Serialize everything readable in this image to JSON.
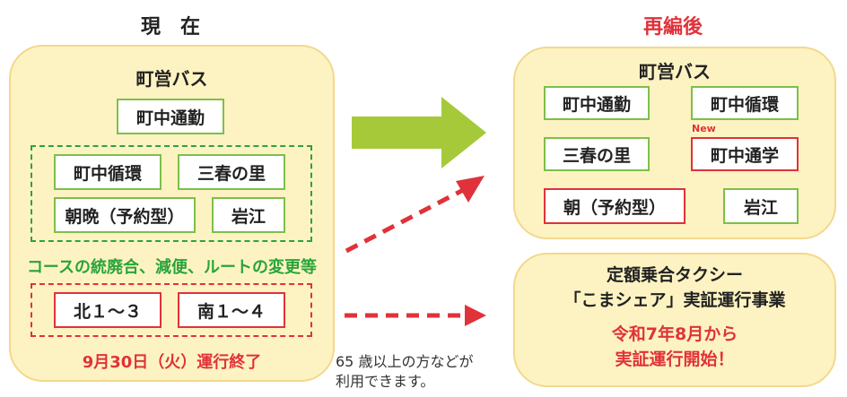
{
  "headings": {
    "current": "現　在",
    "reorganized": "再編後"
  },
  "current_panel": {
    "title": "町営バス",
    "route_main": "町中通勤",
    "group_green": [
      "町中循環",
      "三春の里",
      "朝晩（予約型）",
      "岩江"
    ],
    "green_caption": "コースの統廃合、減便、ルートの変更等",
    "group_red": [
      "北１～３",
      "南１～４"
    ],
    "end_caption": "9月30日（火）運行終了"
  },
  "after_bus_panel": {
    "title": "町営バス",
    "routes": [
      "町中通勤",
      "町中循環",
      "三春の里",
      "町中通学",
      "朝（予約型）",
      "岩江"
    ],
    "new_badge": "New"
  },
  "after_taxi_panel": {
    "line1": "定額乗合タクシー",
    "line2": "「こまシェア」実証運行事業",
    "line3": "令和7年8月から",
    "line4": "実証運行開始！"
  },
  "note": {
    "line1": "65 歳以上の方などが",
    "line2": "利用できます。"
  },
  "colors": {
    "green_border": "#7dbf4a",
    "red": "#e0323a",
    "caption_green": "#2aa43a",
    "panel_fill": "#fdf3c2",
    "panel_border": "#f3d88c"
  }
}
